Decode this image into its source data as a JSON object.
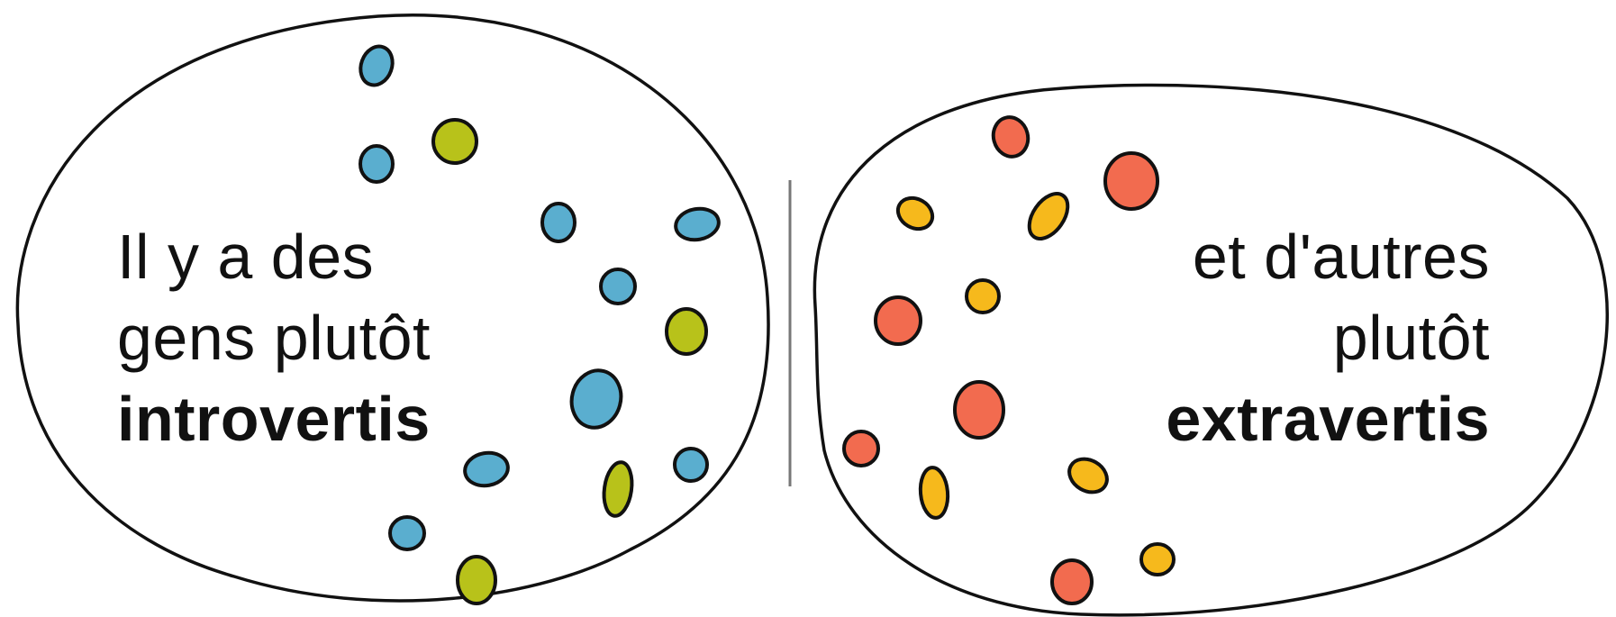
{
  "left_group": {
    "line1": "Il y a des",
    "line2": "gens plutôt",
    "keyword": "introvertis",
    "dot_colors": [
      "#5aaecf",
      "#b8c21a"
    ]
  },
  "right_group": {
    "line1": "et d'autres",
    "line2": "plutôt",
    "keyword": "extravertis",
    "dot_colors": [
      "#f26b4f",
      "#f6b91c"
    ]
  },
  "colors": {
    "outline": "#111111",
    "divider": "#777777",
    "text": "#111111"
  }
}
